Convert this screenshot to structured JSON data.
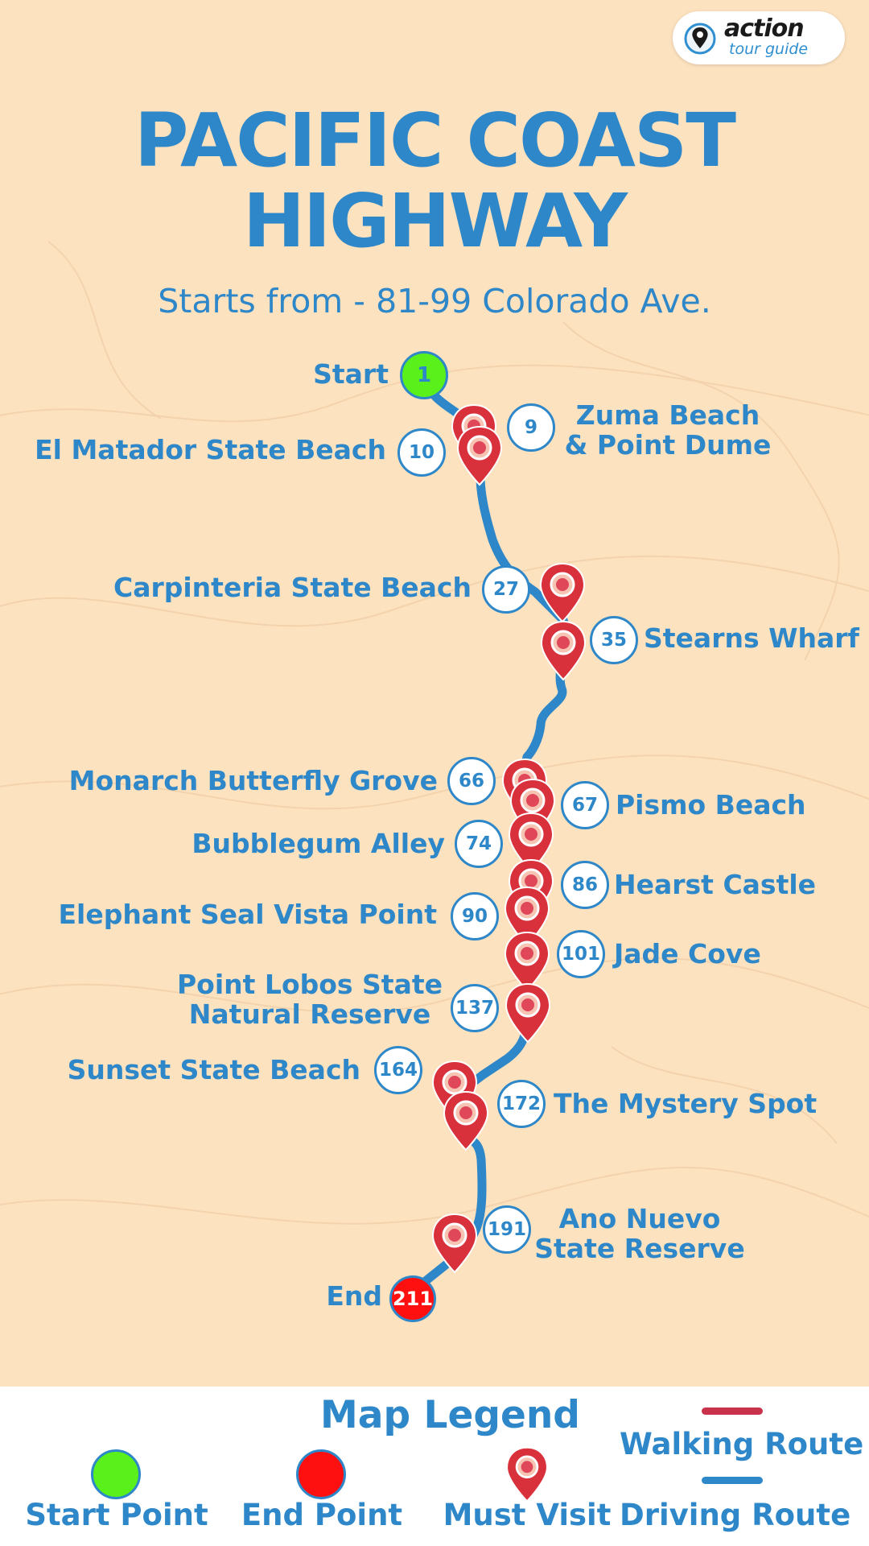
{
  "brand": {
    "word1": "action",
    "word2": "tour guide"
  },
  "title": {
    "line1": "PACIFIC COAST",
    "line2": "HIGHWAY"
  },
  "subtitle": "Starts from - 81-99 Colorado Ave.",
  "start": {
    "label": "Start",
    "number": "1"
  },
  "end": {
    "label": "End",
    "number": "211"
  },
  "stops": [
    {
      "number": "9",
      "name_line1": "Zuma Beach",
      "name_line2": "& Point Dume"
    },
    {
      "number": "10",
      "name_line1": "El Matador State Beach"
    },
    {
      "number": "27",
      "name_line1": "Carpinteria State Beach"
    },
    {
      "number": "35",
      "name_line1": "Stearns Wharf"
    },
    {
      "number": "66",
      "name_line1": "Monarch Butterfly Grove"
    },
    {
      "number": "67",
      "name_line1": "Pismo Beach"
    },
    {
      "number": "74",
      "name_line1": "Bubblegum Alley"
    },
    {
      "number": "86",
      "name_line1": "Hearst Castle"
    },
    {
      "number": "90",
      "name_line1": "Elephant Seal Vista Point"
    },
    {
      "number": "101",
      "name_line1": "Jade Cove"
    },
    {
      "number": "137",
      "name_line1": "Point Lobos State",
      "name_line2": "Natural Reserve"
    },
    {
      "number": "164",
      "name_line1": "Sunset State Beach"
    },
    {
      "number": "172",
      "name_line1": "The Mystery Spot"
    },
    {
      "number": "191",
      "name_line1": "Ano Nuevo",
      "name_line2": "State Reserve"
    }
  ],
  "legend": {
    "title": "Map Legend",
    "start_point": "Start Point",
    "end_point": "End Point",
    "must_visit": "Must Visit",
    "walking_route": "Walking Route",
    "driving_route": "Driving Route"
  },
  "colors": {
    "background": "#fde2bf",
    "accent_blue": "#2e87c8",
    "start_green": "#5af01c",
    "end_red": "#ff1010",
    "pin_red": "#d9313c",
    "walking_route": "#c8324a"
  }
}
